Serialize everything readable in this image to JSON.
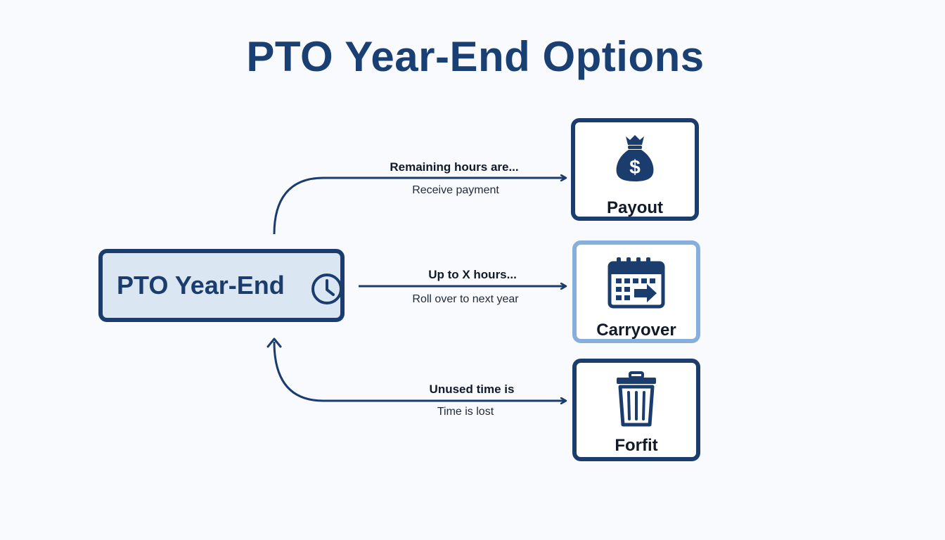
{
  "title": "PTO Year-End Options",
  "source": {
    "label": "PTO Year-End",
    "icon": "clock-icon"
  },
  "options": [
    {
      "label": "Payout",
      "icon": "money-bag-icon",
      "edge_top": "Remaining hours are...",
      "edge_bottom": "Receive payment"
    },
    {
      "label": "Carryover",
      "icon": "calendar-arrow-icon",
      "edge_top": "Up to X hours...",
      "edge_bottom": "Roll over to next year"
    },
    {
      "label": "Forfit",
      "icon": "trash-can-icon",
      "edge_top": "Unused time is",
      "edge_bottom": "Time is lost"
    }
  ],
  "colors": {
    "primary": "#1b3d6d",
    "highlight_border": "#86b0db",
    "source_fill": "#dbe6f3",
    "background": "#f8fafd"
  }
}
